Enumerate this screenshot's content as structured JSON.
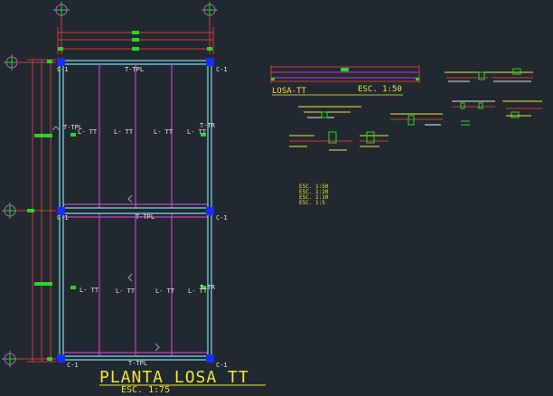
{
  "drawing": {
    "title": "PLANTA LOSA TT",
    "title_scale": "ESC. 1:75",
    "columns": {
      "top_left": "C-1",
      "top_right": "C-1",
      "mid_left": "C-1",
      "mid_right": "C-1",
      "bot_left": "C-1",
      "bot_right": "C-1"
    },
    "beams": {
      "top": "T-TPL",
      "mid": "T-TPL",
      "bot": "T-TPL",
      "left_upper": "T-TPL",
      "right_upper": "T-TR",
      "right_lower": "T-TR"
    },
    "joists_upper": [
      "L- TT",
      "L- TT",
      "L- TT",
      "L- TT"
    ],
    "joists_lower": [
      "L- TT",
      "L- TT",
      "L- TT",
      "L- TT"
    ]
  },
  "section": {
    "label": "LOSA-TT",
    "scale": "ESC. 1:50"
  },
  "scale_list": [
    "ESC. 1:50",
    "ESC. 1:20",
    "ESC. 1:10",
    "ESC. 1:5"
  ],
  "colors": {
    "background": "#212830",
    "beam_cyan": "#7fdce8",
    "joist_magenta": "#c640c8",
    "dimension_red": "#d23a3a",
    "column_blue": "#1a2bff",
    "marker_green": "#27d827",
    "text_white": "#e8e8e8",
    "title_yellow": "#f0e63c",
    "grid_magenta": "#d24fd6"
  }
}
